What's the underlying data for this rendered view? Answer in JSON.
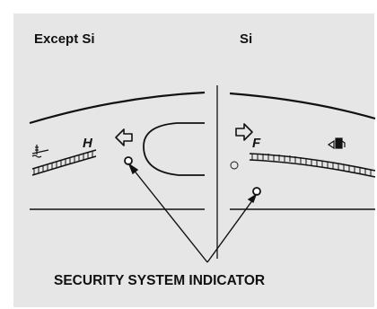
{
  "labels": {
    "left_variant": "Except Si",
    "right_variant": "Si",
    "callout": "SECURITY SYSTEM INDICATOR"
  },
  "gauges": {
    "temp_gauge_letter": "H",
    "fuel_gauge_letter": "F"
  },
  "icons": [
    "coolant-temperature-icon",
    "fuel-pump-icon",
    "turn-signal-left-icon",
    "turn-signal-right-icon"
  ],
  "colors": {
    "background": "#e6e6e6",
    "line": "#111111"
  }
}
